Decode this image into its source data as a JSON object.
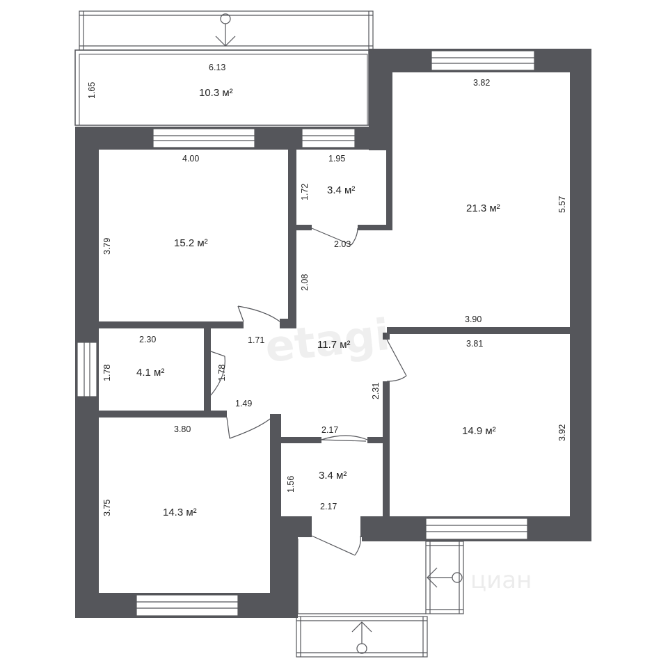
{
  "watermarks": {
    "primary": "etagi",
    "secondary": "циан"
  },
  "rooms": {
    "loggia_top": {
      "area": "10.3 м²",
      "width": "6.13",
      "height": "1.65"
    },
    "room_top_left": {
      "area": "15.2 м²",
      "width": "4.00",
      "height": "3.79"
    },
    "bathroom_top": {
      "area": "3.4 м²",
      "width": "1.95",
      "height": "1.72",
      "door": "2.03"
    },
    "room_top_right": {
      "area": "21.3 м²",
      "width": "3.82",
      "height": "5.57",
      "bottom_width": "3.90"
    },
    "hall": {
      "area": "11.7 м²",
      "dim_a": "1.71",
      "dim_b": "2.08",
      "dim_c": "1.49",
      "dim_d": "2.31",
      "dim_e": "1.78"
    },
    "small_room": {
      "area": "4.1 м²",
      "width": "2.30",
      "height": "1.78"
    },
    "room_right": {
      "area": "14.9 м²",
      "width": "3.81",
      "height": "3.92"
    },
    "room_bottom_left": {
      "area": "14.3 м²",
      "width": "3.80",
      "height": "3.75"
    },
    "bathroom_bottom": {
      "area": "3.4 м²",
      "width_top": "2.17",
      "width_bottom": "2.17",
      "height": "1.56"
    }
  }
}
